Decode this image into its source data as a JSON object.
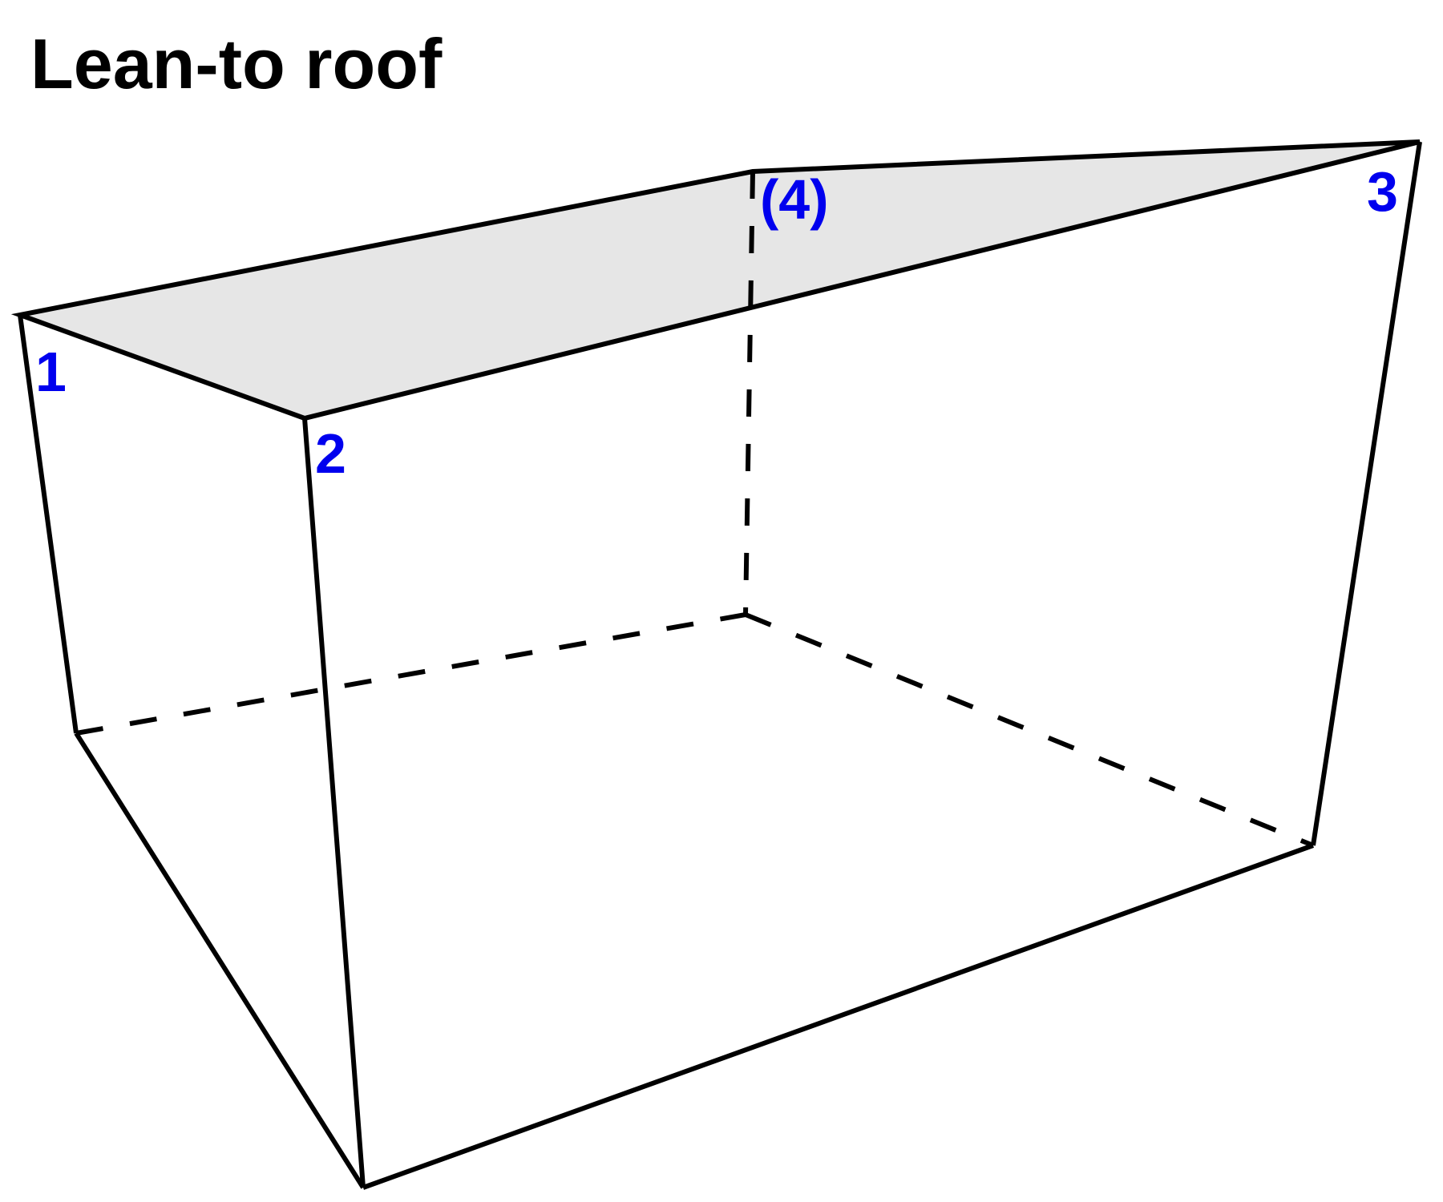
{
  "title": "Lean-to roof",
  "labels": {
    "corner1": "1",
    "corner2": "2",
    "corner3": "3",
    "corner4": "(4)"
  },
  "colors": {
    "roof_fill": "#e6e6e6",
    "edge": "#000000",
    "label": "#0000ee"
  }
}
